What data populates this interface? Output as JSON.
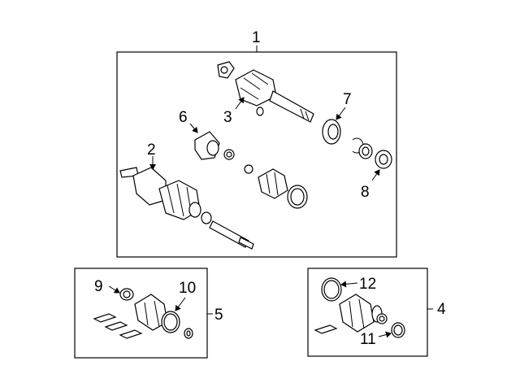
{
  "callouts": {
    "c1": "1",
    "c2": "2",
    "c3": "3",
    "c4": "4",
    "c5": "5",
    "c6": "6",
    "c7": "7",
    "c8": "8",
    "c9": "9",
    "c10": "10",
    "c11": "11",
    "c12": "12"
  },
  "icons": {
    "axle_assembly": "drive-axle-shaft-icon",
    "inner_joint": "inner-cv-joint-icon",
    "boot": "cv-boot-icon",
    "clamp": "boot-clamp-icon",
    "bearing": "bearing-icon",
    "grease_pack": "grease-pack-icon"
  }
}
